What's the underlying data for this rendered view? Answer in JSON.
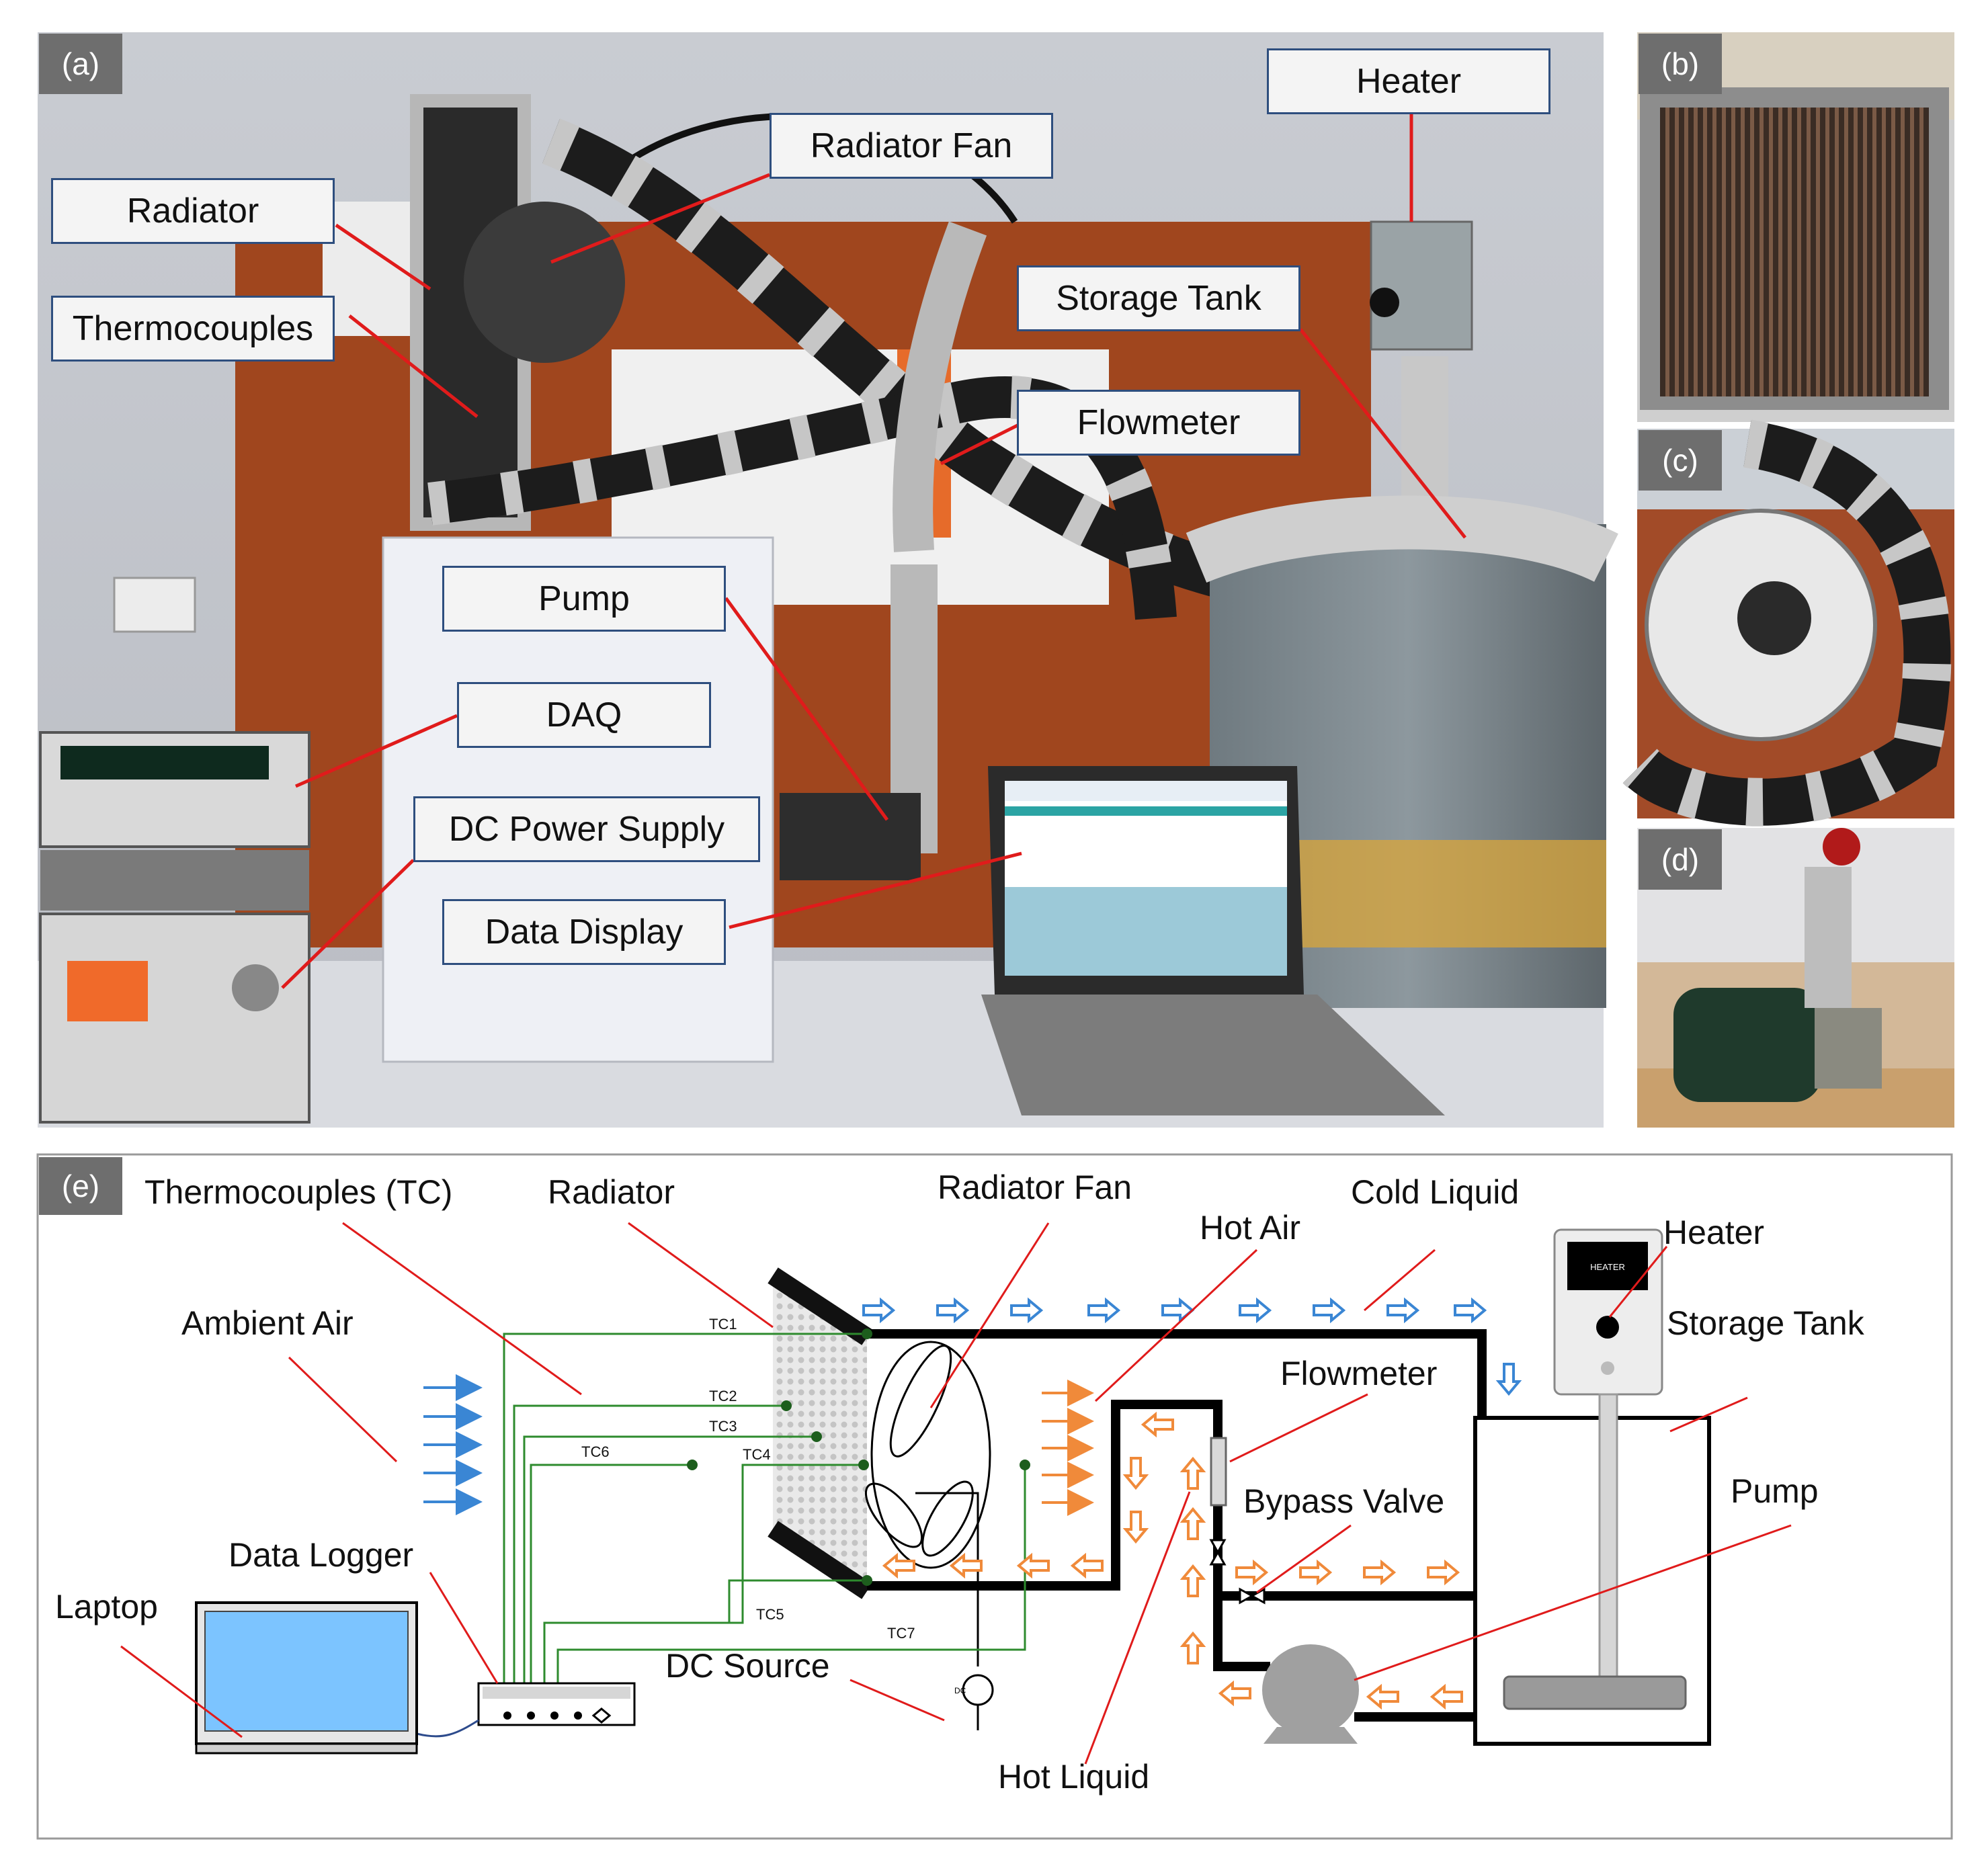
{
  "panels": {
    "a": "(a)",
    "b": "(b)",
    "c": "(c)",
    "d": "(d)",
    "e": "(e)"
  },
  "photo_callouts": {
    "heater": "Heater",
    "radiator_fan": "Radiator Fan",
    "radiator": "Radiator",
    "thermocouples": "Thermocouples",
    "storage_tank": "Storage Tank",
    "flowmeter": "Flowmeter",
    "pump": "Pump",
    "daq": "DAQ",
    "dc_power_supply": "DC Power Supply",
    "data_display": "Data Display"
  },
  "schematic_labels": {
    "thermocouples": "Thermocouples (TC)",
    "radiator": "Radiator",
    "radiator_fan": "Radiator Fan",
    "cold_liquid": "Cold Liquid",
    "heater": "Heater",
    "hot_air": "Hot Air",
    "ambient_air": "Ambient Air",
    "storage_tank": "Storage Tank",
    "flowmeter": "Flowmeter",
    "bypass_valve": "Bypass Valve",
    "pump": "Pump",
    "data_logger": "Data Logger",
    "laptop": "Laptop",
    "dc_source": "DC Source",
    "hot_liquid": "Hot Liquid",
    "heater_box_text": "HEATER",
    "dc_symbol_text": "DC"
  },
  "thermocouples": [
    "TC1",
    "TC2",
    "TC3",
    "TC4",
    "TC5",
    "TC6",
    "TC7"
  ],
  "colors": {
    "callout_border": "#2e4e7e",
    "leader_red": "#e01b1b",
    "tc_wire_green": "#2e8b2e",
    "cold_arrow_blue": "#3a86d4",
    "hot_arrow_orange": "#f08a3a",
    "laptop_screen": "#7cc4ff",
    "wall_orange": "#a0461e"
  },
  "icons": [
    "heater-box-icon",
    "fan-icon",
    "pump-icon",
    "laptop-icon",
    "data-logger-icon",
    "dc-source-icon",
    "flowmeter-icon",
    "valve-icon"
  ]
}
